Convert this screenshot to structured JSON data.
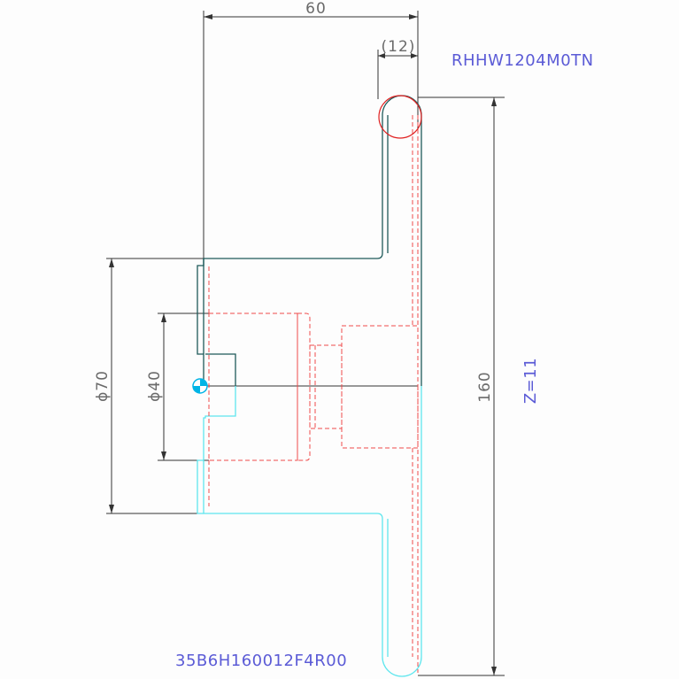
{
  "dimensions": {
    "width_top": "60",
    "width_tooth": "(12)",
    "height_total": "160",
    "dia_outer": "ϕ70",
    "dia_inner": "ϕ40"
  },
  "annotations": {
    "cutter_code": "RHHW1204M0TN",
    "teeth": "Z=11",
    "part_code": "35B6H160012F4R00"
  },
  "colors": {
    "dimension_line": "#333333",
    "outline_dark": "#1e5a5a",
    "outline_cyan": "#5ee6ee",
    "hidden_red": "#f04a4a",
    "label_blue": "#5b5bd6",
    "center_mark": "#00b4e6"
  }
}
